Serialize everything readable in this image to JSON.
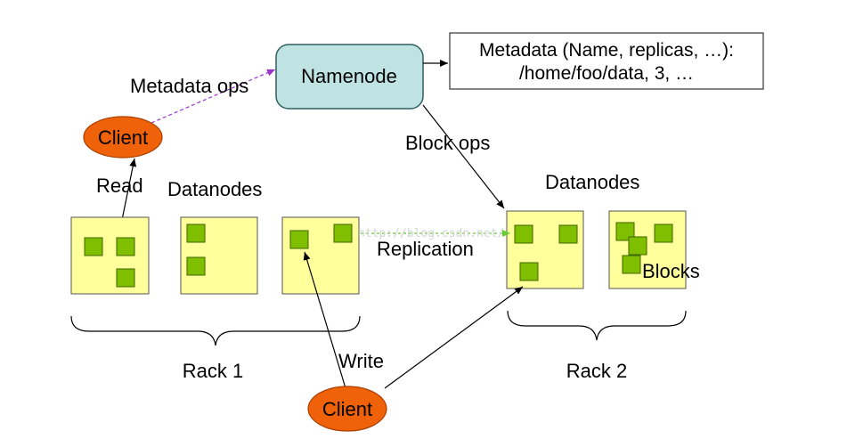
{
  "namenode": {
    "label": "Namenode",
    "fill": "#bfe3e3",
    "stroke": "#2f5f5f"
  },
  "metadata_box": {
    "line1": "Metadata (Name, replicas, …):",
    "line2": "/home/foo/data, 3, …"
  },
  "labels": {
    "metadata_ops": "Metadata ops",
    "block_ops": "Block ops",
    "read": "Read",
    "write": "Write",
    "replication": "Replication",
    "blocks": "Blocks",
    "datanodes_left": "Datanodes",
    "datanodes_right": "Datanodes",
    "rack1": "Rack 1",
    "rack2": "Rack 2"
  },
  "clients": {
    "top": {
      "label": "Client"
    },
    "bottom": {
      "label": "Client"
    }
  },
  "watermark": "http://blog.csdn.net/",
  "colors": {
    "client_fill": "#f0620a",
    "client_stroke": "#a83e00",
    "datanode_fill": "#ffff9c",
    "datanode_stroke": "#555555",
    "block_fill": "#7fbf00",
    "block_stroke": "#3f6600",
    "metadata_arrow": "#9933cc",
    "replication_arrow": "#66cc33"
  }
}
